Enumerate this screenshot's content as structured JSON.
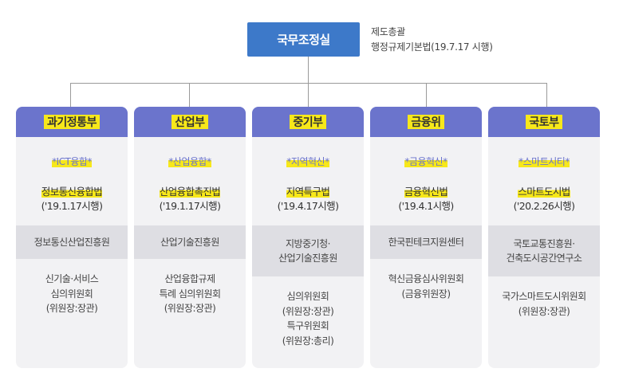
{
  "top": {
    "title": "국무조정실",
    "note_line1": "제도총괄",
    "note_line2": "행정규제기본법(19.7.17 시행)"
  },
  "ministries": [
    {
      "name": "과기정통부",
      "tag": "*ICT융합*",
      "law_name": "정보통신융합법",
      "law_date": "('19.1.17시행)",
      "agency": "정보통신산업진흥원",
      "committee": "신기술·서비스\n심의위원회\n(위원장:장관)"
    },
    {
      "name": "산업부",
      "tag": "*산업융합*",
      "law_name": "산업융합촉진법",
      "law_date": "('19.1.17시행)",
      "agency": "산업기술진흥원",
      "committee": "산업융합규제\n특례 심의위원회\n(위원장:장관)"
    },
    {
      "name": "중기부",
      "tag": "*지역혁신*",
      "law_name": "지역특구법",
      "law_date": "('19.4.17시행)",
      "agency": "지방중기청·\n산업기술진흥원",
      "committee": "심의위원회\n(위원장:장관)\n특구위원회\n(위원장:총리)"
    },
    {
      "name": "금융위",
      "tag": "*금융혁신*",
      "law_name": "금융혁신법",
      "law_date": "('19.4.1시행)",
      "agency": "한국핀테크지원센터",
      "committee": "혁신금융심사위원회\n(금융위원장)"
    },
    {
      "name": "국토부",
      "tag": "*스마트시티*",
      "law_name": "스마트도시법",
      "law_date": "('20.2.26시행)",
      "agency": "국토교통진흥원·\n건축도시공간연구소",
      "committee": "국가스마트도시위원회\n(위원장:장관)"
    }
  ],
  "colors": {
    "top_box": "#3d79c9",
    "column_header": "#6b74cc",
    "highlight": "#f7e81a",
    "column_bg": "#f2f2f4",
    "agency_bg": "#dedee3"
  }
}
